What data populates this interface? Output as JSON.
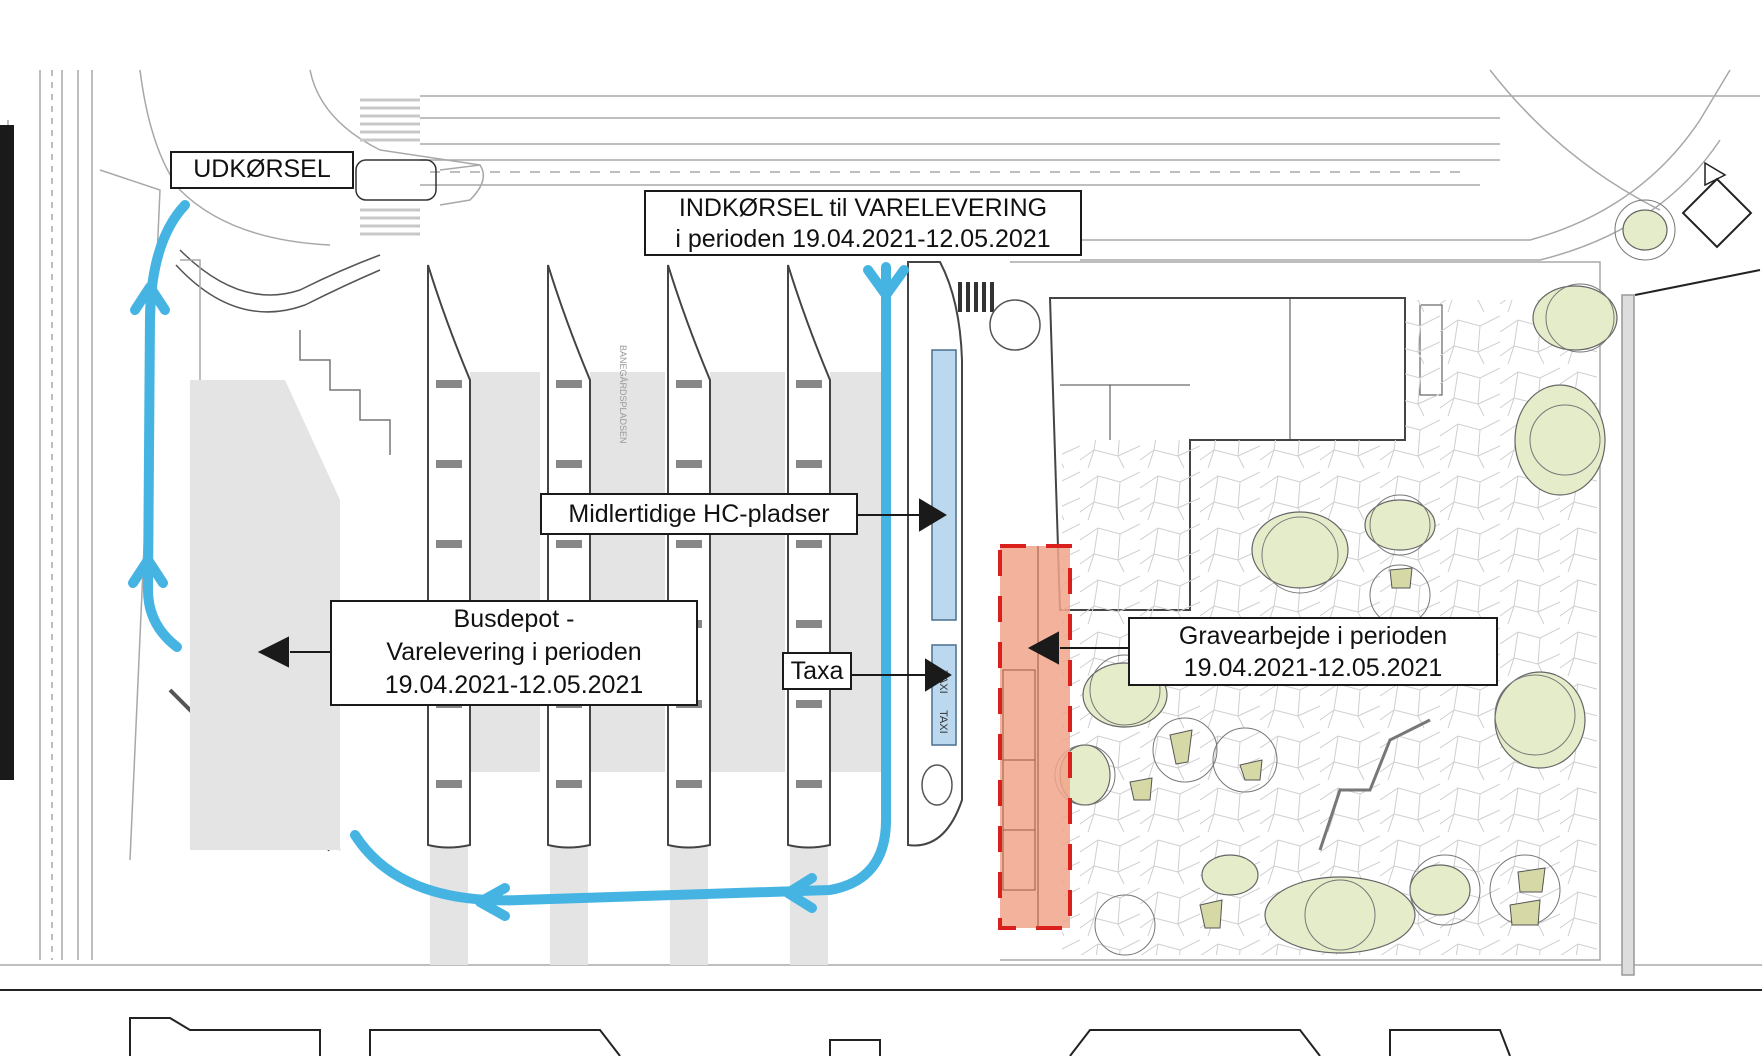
{
  "labels": {
    "udkorsel": "UDKØRSEL",
    "indkorsel_line1": "INDKØRSEL til VARELEVERING",
    "indkorsel_line2": "i perioden 19.04.2021-12.05.2021",
    "hc_pladser": "Midlertidige HC-pladser",
    "busdepot_line1": "Busdepot -",
    "busdepot_line2": "Varelevering i perioden",
    "busdepot_line3": "19.04.2021-12.05.2021",
    "taxa": "Taxa",
    "gravearbejde_line1": "Gravearbejde i perioden",
    "gravearbejde_line2": "19.04.2021-12.05.2021",
    "street_name": "BANEGÅRDSPLADSEN",
    "taxi_marking_1": "TAXI",
    "taxi_marking_2": "TAXI"
  },
  "colors": {
    "route": "#45b4e3",
    "excavation_fill": "#f0a58a",
    "excavation_border": "#d9201c",
    "hc_parking": "#bcd8ee",
    "bus_bay": "#e4e4e4",
    "tree_fill": "#e4ecc9",
    "line": "#9a9a9a",
    "dark_line": "#2a2a2a"
  }
}
